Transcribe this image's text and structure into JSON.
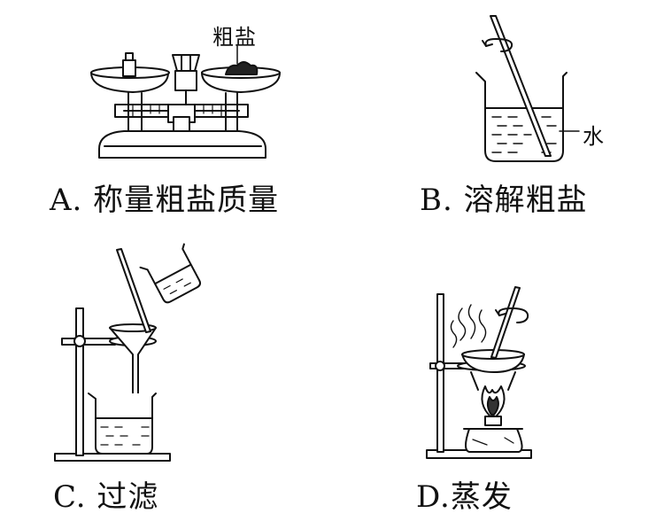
{
  "panels": [
    {
      "caption": "A. 称量粗盐质量",
      "label": "粗盐"
    },
    {
      "caption": "B. 溶解粗盐",
      "label": "水"
    },
    {
      "caption": "C. 过滤"
    },
    {
      "caption": "D.蒸发"
    }
  ]
}
